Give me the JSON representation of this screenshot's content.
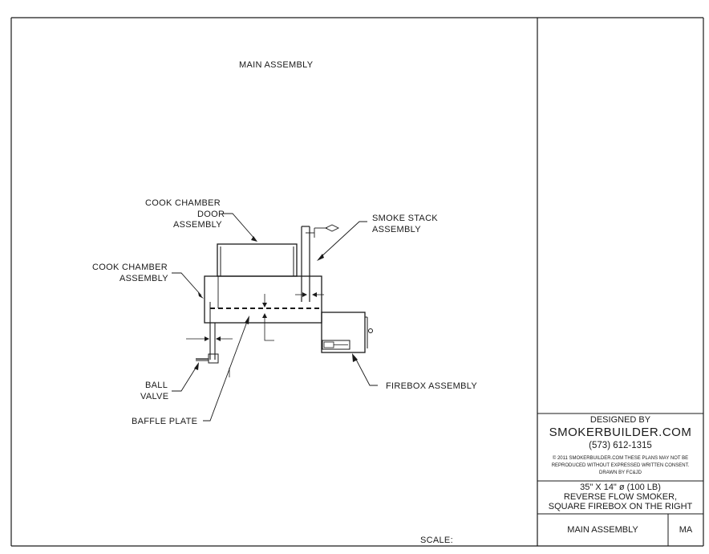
{
  "sheet_title": "MAIN ASSEMBLY",
  "labels": {
    "cook_door_1": "COOK CHAMBER",
    "cook_door_2": "DOOR",
    "cook_door_3": "ASSEMBLY",
    "smoke_stack_1": "SMOKE STACK",
    "smoke_stack_2": "ASSEMBLY",
    "cook_chamber_1": "COOK CHAMBER",
    "cook_chamber_2": "ASSEMBLY",
    "ball_valve_1": "BALL",
    "ball_valve_2": "VALVE",
    "baffle_plate": "BAFFLE PLATE",
    "firebox": "FIREBOX ASSEMBLY"
  },
  "scale_label": "SCALE:",
  "title_block": {
    "designed_by": "DESIGNED BY",
    "company": "SMOKERBUILDER.COM",
    "phone": "(573) 612-1315",
    "copyright_1": "© 2011 SMOKERBUILDER.COM THESE PLANS MAY NOT BE",
    "copyright_2": "REPRODUCED WITHOUT EXPRESSED WRITTEN CONSENT.",
    "drawn_by": "DRAWN BY FC&JD",
    "desc_1": "35\" X 14\" ø (100 LB)",
    "desc_2": "REVERSE FLOW SMOKER,",
    "desc_3": "SQUARE FIREBOX ON THE RIGHT",
    "sheet_name": "MAIN ASSEMBLY",
    "sheet_code": "MA"
  }
}
